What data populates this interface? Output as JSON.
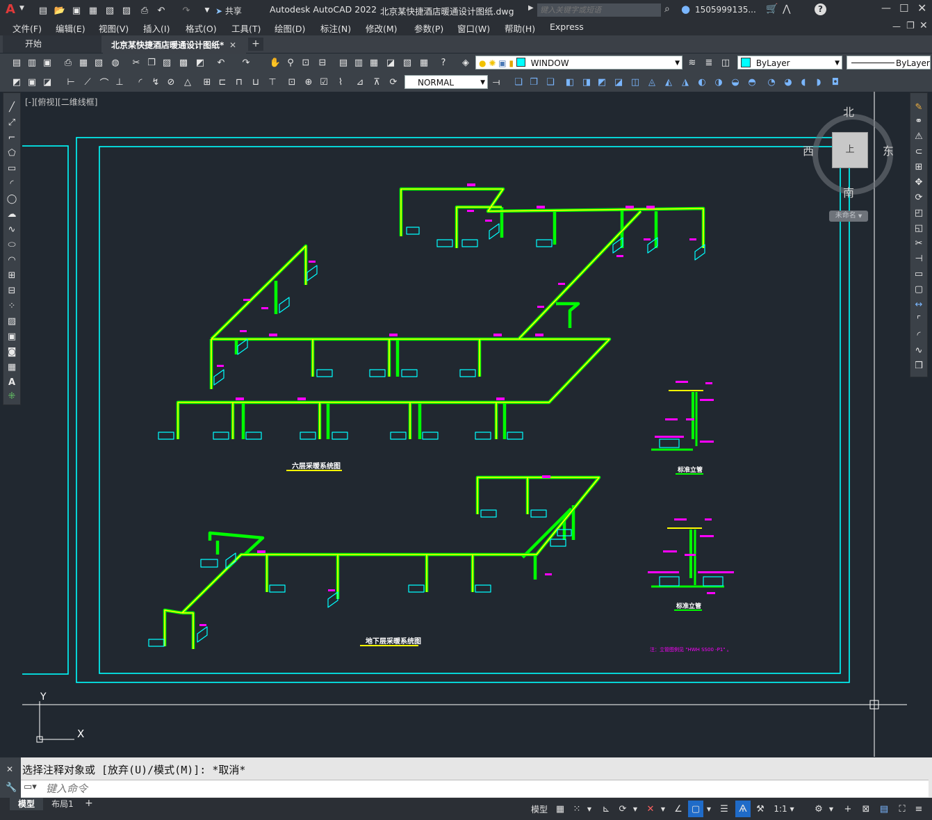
{
  "title_bar": {
    "app_title": "Autodesk AutoCAD 2022",
    "doc_title": "北京某快捷酒店暖通设计图纸.dwg",
    "share_label": "共享",
    "search_placeholder": "键入关键字或短语",
    "user": "1505999135...",
    "app_logo": "A"
  },
  "menu": [
    "文件(F)",
    "编辑(E)",
    "视图(V)",
    "插入(I)",
    "格式(O)",
    "工具(T)",
    "绘图(D)",
    "标注(N)",
    "修改(M)",
    "参数(P)",
    "窗口(W)",
    "帮助(H)",
    "Express"
  ],
  "tabs": [
    {
      "label": "开始"
    },
    {
      "label": "北京某快捷酒店暖通设计图纸*"
    }
  ],
  "toolbar": {
    "layer_value": "WINDOW",
    "color_value": "ByLayer",
    "linetype_value": "ByLayer",
    "style_value": "NORMAL"
  },
  "viewport": {
    "label": "[-][俯视][二维线框]",
    "viewcube": {
      "north": "北",
      "south": "南",
      "east": "东",
      "west": "西",
      "top": "上",
      "wcs": "未命名"
    },
    "ucs": {
      "x": "X",
      "y": "Y"
    }
  },
  "drawing": {
    "title_upper": "六层采暖系统图",
    "title_lower": "地下层采暖系统图",
    "riser_label_1": "标准立管",
    "riser_label_2": "标准立管",
    "note": "注：立管图例见 \"HWH SS00 -P1\" 。"
  },
  "command": {
    "history": "选择注释对象或 [放弃(U)/模式(M)]: *取消*",
    "input_placeholder": "键入命令"
  },
  "layout_tabs": [
    {
      "label": "模型"
    },
    {
      "label": "布局1"
    }
  ],
  "status": {
    "model_label": "模型",
    "scale": "1:1"
  },
  "colors": {
    "accent_cyan": "#00ffff",
    "pipe_green": "#00ff00",
    "pipe_yellow": "#ffff00",
    "magenta": "#ff00ff",
    "canvas": "#212830"
  }
}
